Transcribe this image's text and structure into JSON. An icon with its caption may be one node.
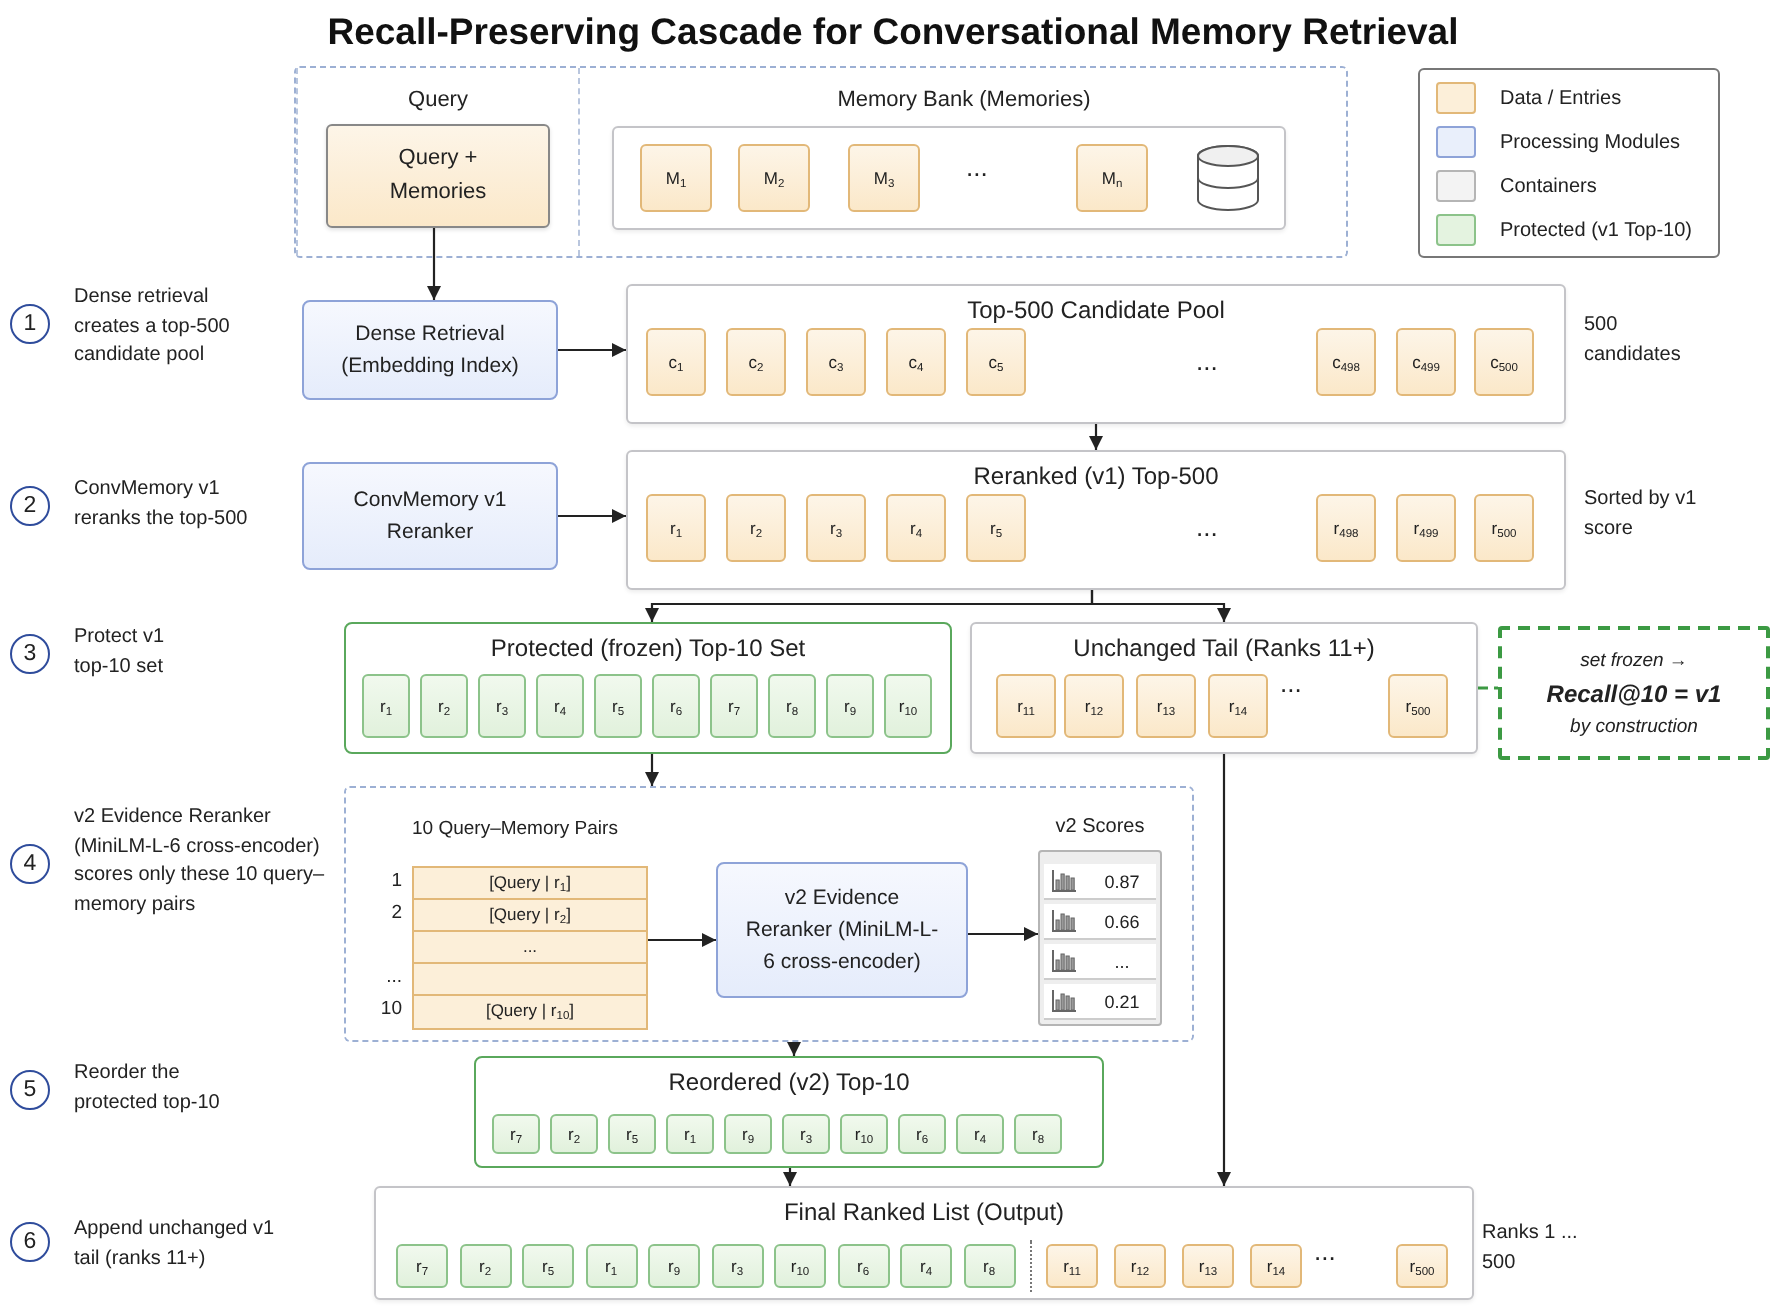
{
  "diagram": {
    "title": "Recall-Preserving Cascade for Conversational Memory Retrieval",
    "nodes": [
      {
        "text": [],
        "shape": "box"
      },
      {
        "text": [
          "Query"
        ],
        "in": 0
      },
      {
        "text": [
          "Query + Memories"
        ],
        "in": 1
      },
      {
        "text": [
          "Memory Bank (Memories)"
        ],
        "in": 0
      },
      {
        "text": [],
        "shape": "box",
        "in": 3
      },
      {
        "text": [
          "M$_{1}$"
        ],
        "in": 4
      },
      {
        "text": [
          "M$_{2}$"
        ],
        "in": 4
      },
      {
        "text": [
          "M$_{3}$"
        ],
        "in": 4
      },
      {
        "text": [
          "M$_{n}$"
        ],
        "in": 4
      },
      {
        "text": [],
        "shape": "cylinder",
        "in": 4
      },
      {
        "text": [
          "1"
        ],
        "beside": [
          "Dense retrieval creates a top-500 candidate pool"
        ]
      },
      {
        "text": [
          "Dense Retrieval (Embedding Index)"
        ]
      },
      {
        "text": [
          "Top-500 Candidate Pool"
        ],
        "beside": [
          "500 candidates"
        ]
      },
      {
        "text": [
          "c$_{1}$"
        ],
        "in": 12
      },
      {
        "text": [
          "c$_{2}$"
        ],
        "in": 12
      },
      {
        "text": [
          "c$_{3}$"
        ],
        "in": 12
      },
      {
        "text": [
          "c$_{4}$"
        ],
        "in": 12
      },
      {
        "text": [
          "c$_{5}$"
        ],
        "in": 12
      },
      {
        "text": [
          "c$_{498}$"
        ],
        "in": 12
      },
      {
        "text": [
          "c$_{499}$"
        ],
        "in": 12
      },
      {
        "text": [
          "c$_{500}$"
        ],
        "in": 12
      },
      {
        "text": [
          "2"
        ],
        "beside": [
          "ConvMemory v1 reranks the top-500"
        ]
      },
      {
        "text": [
          "ConvMemory v1 Reranker"
        ]
      },
      {
        "text": [
          "Reranked (v1) Top-500"
        ],
        "beside": [
          "Sorted by v1 score"
        ]
      },
      {
        "text": [
          "r$_{1}$"
        ],
        "in": 23
      },
      {
        "text": [
          "r$_{2}$"
        ],
        "in": 23
      },
      {
        "text": [
          "r$_{3}$"
        ],
        "in": 23
      },
      {
        "text": [
          "r$_{4}$"
        ],
        "in": 23
      },
      {
        "text": [
          "r$_{5}$"
        ],
        "in": 23
      },
      {
        "text": [
          "r$_{498}$"
        ],
        "in": 23
      },
      {
        "text": [
          "r$_{499}$"
        ],
        "in": 23
      },
      {
        "text": [
          "r$_{500}$"
        ],
        "in": 23
      },
      {
        "text": [
          "3"
        ],
        "beside": [
          "Protect v1 top-10 set"
        ]
      },
      {
        "text": [
          "Protected (frozen) Top-10 Set"
        ]
      },
      {
        "text": [
          "r$_{1}$"
        ],
        "in": 33
      },
      {
        "text": [
          "r$_{2}$"
        ],
        "in": 33
      },
      {
        "text": [
          "r$_{3}$"
        ],
        "in": 33
      },
      {
        "text": [
          "r$_{4}$"
        ],
        "in": 33
      },
      {
        "text": [
          "r$_{5}$"
        ],
        "in": 33
      },
      {
        "text": [
          "r$_{6}$"
        ],
        "in": 33
      },
      {
        "text": [
          "r$_{7}$"
        ],
        "in": 33
      },
      {
        "text": [
          "r$_{8}$"
        ],
        "in": 33
      },
      {
        "text": [
          "r$_{9}$"
        ],
        "in": 33
      },
      {
        "text": [
          "r$_{10}$"
        ],
        "in": 33
      },
      {
        "text": [
          "Unchanged Tail (Ranks 11+)"
        ]
      },
      {
        "text": [
          "r$_{11}$"
        ],
        "in": 44
      },
      {
        "text": [
          "r$_{12}$"
        ],
        "in": 44
      },
      {
        "text": [
          "r$_{13}$"
        ],
        "in": 44
      },
      {
        "text": [
          "r$_{14}$"
        ],
        "in": 44
      },
      {
        "text": [
          "r$_{500}$"
        ],
        "in": 44
      },
      {
        "text": [
          "set frozen →",
          "Recall@10 = v1",
          "by construction"
        ]
      },
      {
        "text": [
          "4"
        ],
        "beside": [
          "v2 Evidence Reranker (MiniLM-L-6 cross-encoder) scores only these 10 query–memory pairs"
        ]
      },
      {
        "text": [],
        "shape": "box"
      },
      {
        "text": [
          "10 Query–Memory Pairs",
          "[Query | r$_{1}$]",
          "[Query | r$_{2}$]",
          "...",
          "[Query | r$_{10}$]"
        ],
        "in": 52,
        "beside": [
          "1",
          "2",
          "...",
          "10"
        ]
      },
      {
        "text": [
          "v2 Evidence Reranker (MiniLM-L-6 cross-encoder)"
        ],
        "in": 52
      },
      {
        "text": [
          "v2 Scores",
          "0.87",
          "0.66",
          "...",
          "0.21"
        ],
        "in": 52
      },
      {
        "text": [
          "5"
        ],
        "beside": [
          "Reorder the protected top-10"
        ]
      },
      {
        "text": [
          "Reordered (v2) Top-10"
        ]
      },
      {
        "text": [
          "r$_{7}$"
        ],
        "in": 57
      },
      {
        "text": [
          "r$_{2}$"
        ],
        "in": 57
      },
      {
        "text": [
          "r$_{5}$"
        ],
        "in": 57
      },
      {
        "text": [
          "r$_{1}$"
        ],
        "in": 57
      },
      {
        "text": [
          "r$_{9}$"
        ],
        "in": 57
      },
      {
        "text": [
          "r$_{3}$"
        ],
        "in": 57
      },
      {
        "text": [
          "r$_{10}$"
        ],
        "in": 57
      },
      {
        "text": [
          "r$_{6}$"
        ],
        "in": 57
      },
      {
        "text": [
          "r$_{4}$"
        ],
        "in": 57
      },
      {
        "text": [
          "r$_{8}$"
        ],
        "in": 57
      },
      {
        "text": [
          "6"
        ],
        "beside": [
          "Append unchanged v1 tail (ranks 11+)"
        ]
      },
      {
        "text": [
          "Final Ranked List (Output)"
        ],
        "beside": [
          "Ranks 1 ... 500"
        ]
      },
      {
        "text": [
          "r$_{7}$"
        ],
        "in": 69
      },
      {
        "text": [
          "r$_{2}$"
        ],
        "in": 69
      },
      {
        "text": [
          "r$_{5}$"
        ],
        "in": 69
      },
      {
        "text": [
          "r$_{1}$"
        ],
        "in": 69
      },
      {
        "text": [
          "r$_{9}$"
        ],
        "in": 69
      },
      {
        "text": [
          "r$_{3}$"
        ],
        "in": 69
      },
      {
        "text": [
          "r$_{10}$"
        ],
        "in": 69
      },
      {
        "text": [
          "r$_{6}$"
        ],
        "in": 69
      },
      {
        "text": [
          "r$_{4}$"
        ],
        "in": 69
      },
      {
        "text": [
          "r$_{8}$"
        ],
        "in": 69
      },
      {
        "text": [
          "r$_{11}$"
        ],
        "in": 69
      },
      {
        "text": [
          "r$_{12}$"
        ],
        "in": 69
      },
      {
        "text": [
          "r$_{13}$"
        ],
        "in": 69
      },
      {
        "text": [
          "r$_{14}$"
        ],
        "in": 69
      },
      {
        "text": [
          "r$_{500}$"
        ],
        "in": 69
      }
    ],
    "edges": [
      {
        "from": 2,
        "to": 11,
        "arrow": "to"
      },
      {
        "from": 11,
        "to": 12,
        "arrow": "to"
      },
      {
        "from": 12,
        "to": 23,
        "arrow": "to"
      },
      {
        "from": 22,
        "to": 23,
        "arrow": "to"
      },
      {
        "from": 23,
        "to": 33,
        "arrow": "to"
      },
      {
        "from": 23,
        "to": 44,
        "arrow": "to"
      },
      {
        "from": 44,
        "to": 50,
        "arrow": "none",
        "style": "dashed",
        "color": "#3c9a43"
      },
      {
        "from": 33,
        "to": 52,
        "arrow": "to"
      },
      {
        "from": 53,
        "to": 54,
        "arrow": "to"
      },
      {
        "from": 54,
        "to": 55,
        "arrow": "to"
      },
      {
        "from": 52,
        "to": 57,
        "arrow": "to"
      },
      {
        "from": 57,
        "to": 69,
        "arrow": "to"
      },
      {
        "from": 44,
        "to": 69,
        "arrow": "to"
      }
    ],
    "labels": [
      "...",
      "...",
      "...",
      "...",
      "..."
    ],
    "legend": [
      {
        "text": "Data / Entries",
        "color": "#fcefd9"
      },
      {
        "text": "Processing Modules",
        "color": "#e9effb"
      },
      {
        "text": "Containers",
        "color": "#f3f3f3"
      },
      {
        "text": "Protected (v1 Top-10)",
        "color": "#e4f3e0"
      }
    ]
  }
}
